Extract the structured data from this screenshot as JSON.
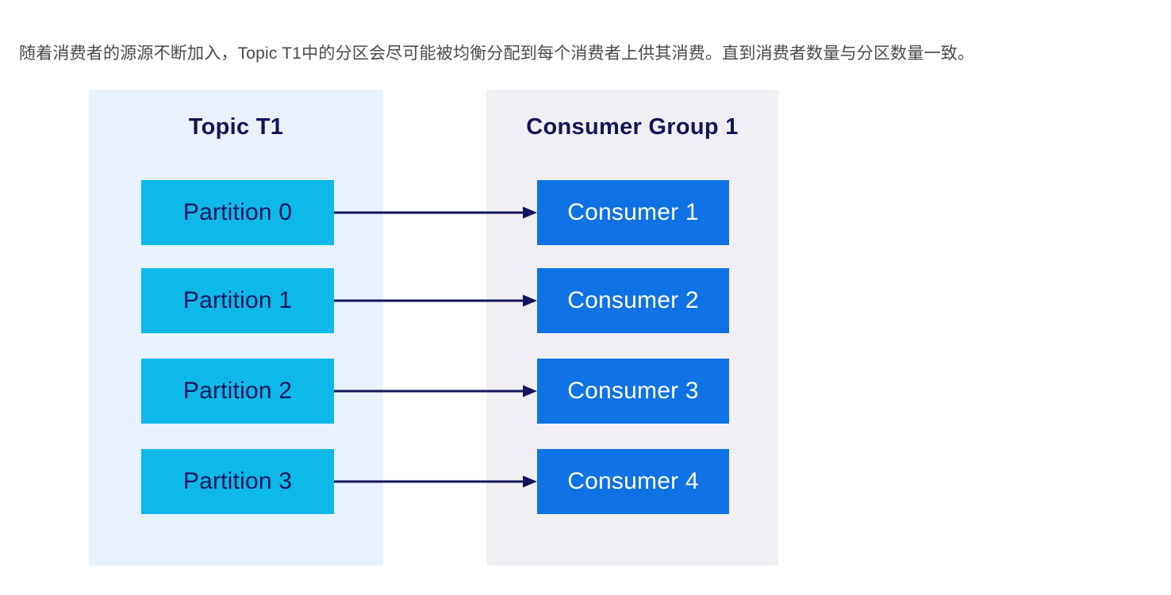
{
  "caption": {
    "text": "随着消费者的源源不断加入，Topic T1中的分区会尽可能被均衡分配到每个消费者上供其消费。直到消费者数量与分区数量一致。"
  },
  "diagram": {
    "type": "flow",
    "colors": {
      "partition_fill": "#0db9e8",
      "consumer_fill": "#0f72e5",
      "topic_panel_bg": "#e8f2fd",
      "group_panel_bg": "#f1eff3",
      "title_text": "#14145a",
      "arrow": "#14145a",
      "partition_text": "#14145a",
      "consumer_text": "#ffffff",
      "caption_text": "#4a4a4a"
    },
    "topic_panel": {
      "title": "Topic T1",
      "partitions": [
        {
          "label": "Partition 0"
        },
        {
          "label": "Partition 1"
        },
        {
          "label": "Partition 2"
        },
        {
          "label": "Partition 3"
        }
      ]
    },
    "group_panel": {
      "title": "Consumer Group 1",
      "consumers": [
        {
          "label": "Consumer 1"
        },
        {
          "label": "Consumer 2"
        },
        {
          "label": "Consumer 3"
        },
        {
          "label": "Consumer 4"
        }
      ]
    },
    "links": [
      {
        "from": "Partition 0",
        "to": "Consumer 1"
      },
      {
        "from": "Partition 1",
        "to": "Consumer 2"
      },
      {
        "from": "Partition 2",
        "to": "Consumer 3"
      },
      {
        "from": "Partition 3",
        "to": "Consumer 4"
      }
    ]
  }
}
